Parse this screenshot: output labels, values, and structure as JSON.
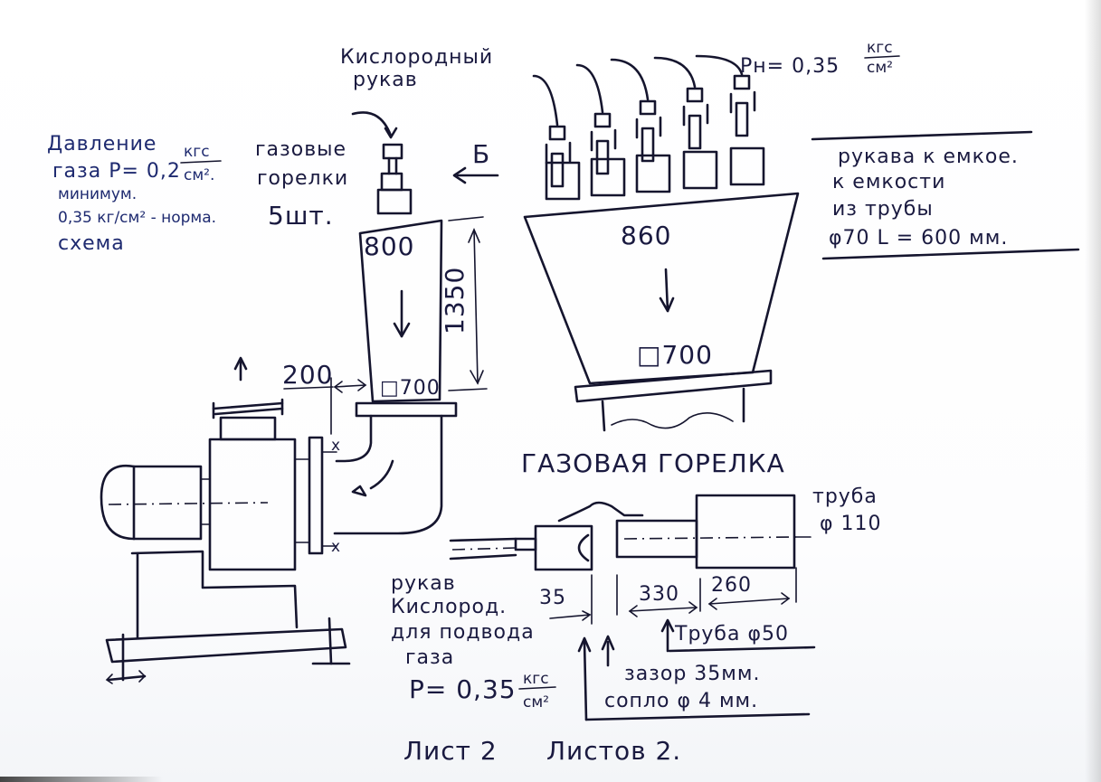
{
  "drawing": {
    "subject": "Газовые горелки — схема",
    "colors": {
      "ink": "#15152e",
      "blue_ink": "#1e2a70",
      "paper": "#ffffff"
    }
  },
  "notes": {
    "pressure_title": "Давление",
    "pressure_line": "газа P= 0,2",
    "pressure_unit_num": "кгс",
    "pressure_unit_den": "см².",
    "minimum_label": "минимум.",
    "norm_line": "0,35 кг/см² - норма.",
    "scheme_label": "схема",
    "burners_line1": "газовые",
    "burners_line2": "горелки",
    "burners_count": "5шт."
  },
  "oxygen_hose": {
    "label_line1": "Кислородный",
    "label_line2": "рукав"
  },
  "view_marker": "Б",
  "manifold_pressure": {
    "prefix": "Pн= 0,35",
    "unit_num": "кгс",
    "unit_den": "см²"
  },
  "hoses_note": {
    "line1": "рукава к емкое.",
    "line2": "к емкости",
    "line3": "из трубы",
    "line4": "φ70 L = 600 мм."
  },
  "duct": {
    "top_size": "800",
    "height": "1350",
    "bottom_size": "□700",
    "clearance": "200"
  },
  "hopper": {
    "top_size": "860",
    "bottom_size": "□700"
  },
  "burner_detail": {
    "title": "ГАЗОВАЯ ГОРЕЛКА",
    "pipe_label_line1": "труба",
    "pipe_label_line2": "φ 110",
    "dim_gap": "35",
    "dim_mid": "330",
    "dim_end": "260",
    "pipe50_label": "Труба φ50",
    "gap_note": "зазор 35мм.",
    "nozzle_note": "сопло φ 4 мм.",
    "hose_line1": "рукав",
    "hose_line2": "Кислород.",
    "hose_line3": "для подвода",
    "hose_line4": "газа",
    "hose_pressure": "P= 0,35",
    "hose_unit_num": "кгс",
    "hose_unit_den": "см²"
  },
  "title_block": {
    "sheet": "Лист 2",
    "sheets": "Листов 2."
  }
}
